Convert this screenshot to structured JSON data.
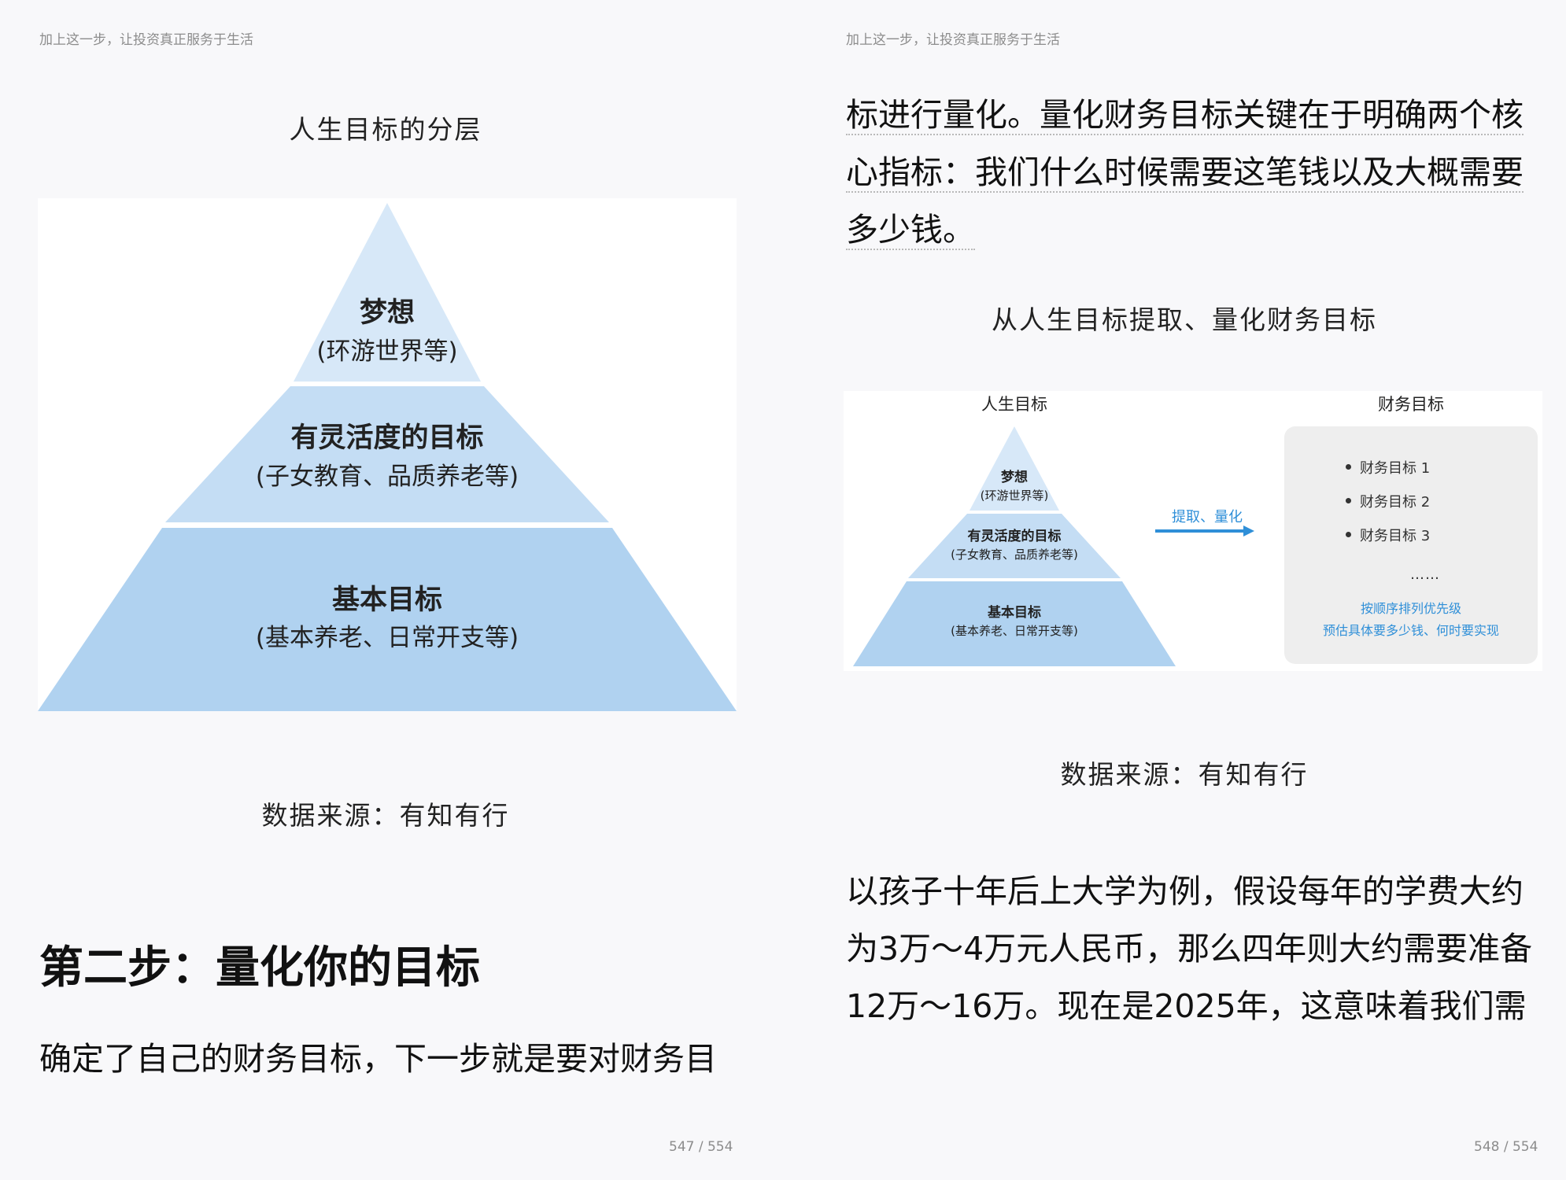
{
  "header": "加上这一步，让投资真正服务于生活",
  "left_page": {
    "caption": "人生目标的分层",
    "pyramid": {
      "top": {
        "title": "梦想",
        "sub": "(环游世界等)"
      },
      "middle": {
        "title": "有灵活度的目标",
        "sub": "(子女教育、品质养老等)"
      },
      "bottom": {
        "title": "基本目标",
        "sub": "(基本养老、日常开支等)"
      }
    },
    "source": "数据来源：有知有行",
    "heading": "第二步：量化你的目标",
    "paragraph": "确定了自己的财务目标，下一步就是要对财务目",
    "page_number": "547 / 554"
  },
  "right_page": {
    "para1_line1": "标进行量化。量化财务目标关键在于明确两个核",
    "para1_line2": "心指标：我们什么时候需要这笔钱以及大概需要",
    "para1_line3": "多少钱。",
    "caption": "从人生目标提取、量化财务目标",
    "figure": {
      "left_title": "人生目标",
      "right_title": "财务目标",
      "top": {
        "title": "梦想",
        "sub": "(环游世界等)"
      },
      "middle": {
        "title": "有灵活度的目标",
        "sub": "(子女教育、品质养老等)"
      },
      "bottom": {
        "title": "基本目标",
        "sub": "(基本养老、日常开支等)"
      },
      "arrow_label": "提取、量化",
      "goals": [
        "财务目标 1",
        "财务目标 2",
        "财务目标 3"
      ],
      "ellipsis": "……",
      "note1": "按顺序排列优先级",
      "note2": "预估具体要多少钱、何时要实现"
    },
    "source": "数据来源：有知有行",
    "para2_line1": "以孩子十年后上大学为例，假设每年的学费大约",
    "para2_line2": "为3万～4万元人民币，那么四年则大约需要准备",
    "para2_line3": "12万～16万。现在是2025年，这意味着我们需",
    "page_number": "548 / 554"
  },
  "colors": {
    "tier_top": "#d7e8f8",
    "tier_middle": "#c4ddf4",
    "tier_bottom": "#b0d2f0",
    "accent_blue": "#2f8fd8"
  }
}
